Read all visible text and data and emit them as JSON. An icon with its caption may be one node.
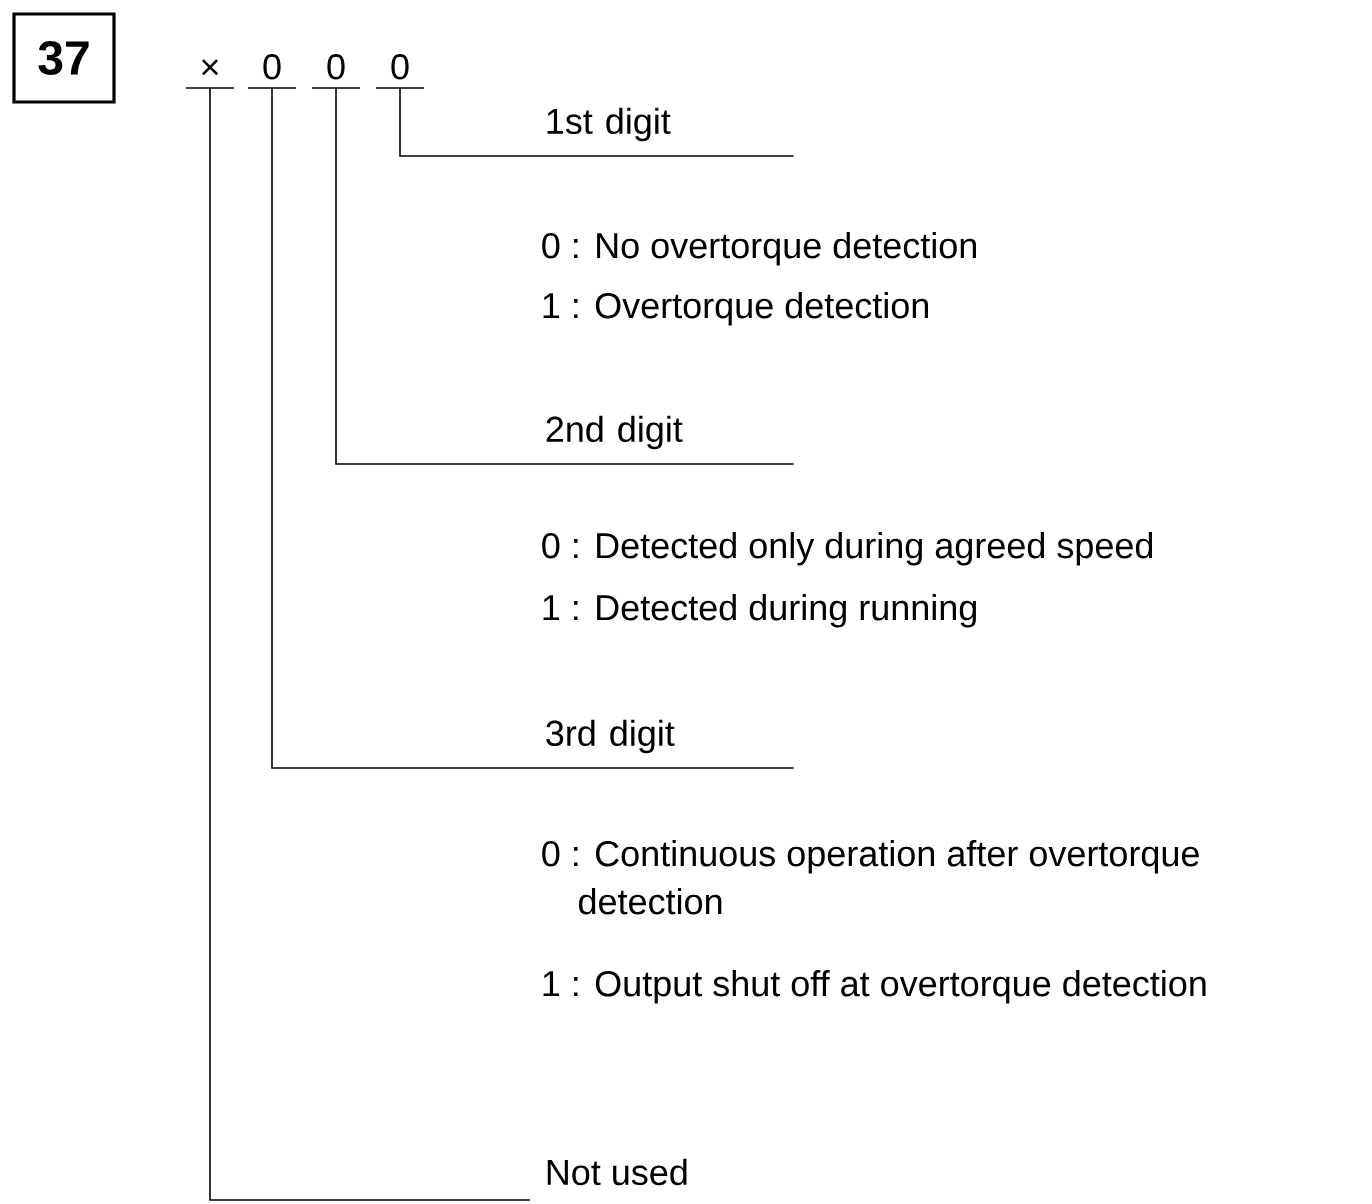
{
  "diagram": {
    "nodes": [
      {
        "text": [
          "37"
        ]
      },
      {
        "text": [
          "×"
        ]
      },
      {
        "text": [
          "0"
        ]
      },
      {
        "text": [
          "0"
        ]
      },
      {
        "text": [
          "0"
        ]
      },
      {
        "text": [
          "1st digit"
        ]
      },
      {
        "text": [
          "2nd digit"
        ]
      },
      {
        "text": [
          "3rd digit"
        ]
      },
      {
        "text": [
          "Not used"
        ]
      }
    ],
    "edges": [
      {
        "from": 4,
        "to": 5,
        "arrow": "none"
      },
      {
        "from": 3,
        "to": 6,
        "arrow": "none"
      },
      {
        "from": 2,
        "to": 7,
        "arrow": "none"
      },
      {
        "from": 1,
        "to": 8,
        "arrow": "none"
      }
    ],
    "labels": [
      "0 : No overtorque detection",
      "1 : Overtorque detection",
      "0 : Detected only during agreed speed",
      "1 : Detected during running",
      "0 : Continuous operation after overtorque detection",
      "1 : Output shut off at overtorque detection"
    ]
  }
}
